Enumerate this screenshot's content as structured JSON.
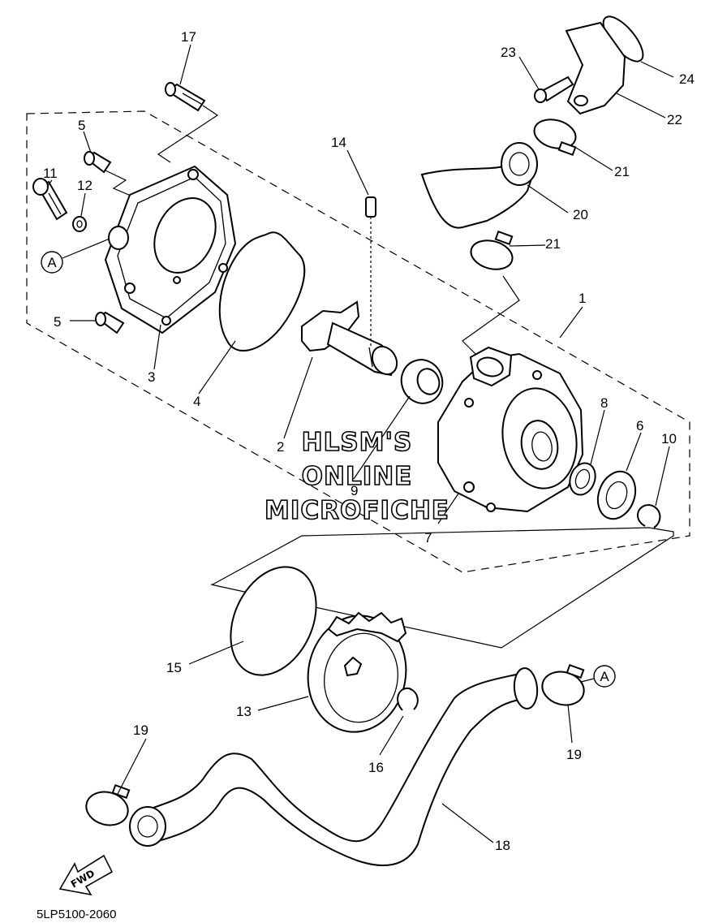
{
  "diagram_code": "5LP5100-2060",
  "watermark": {
    "line1": "HLSM'S",
    "line2": "ONLINE",
    "line3": "MICROFICHE"
  },
  "direction_label": "FWD",
  "reference_marker": "A",
  "callouts": {
    "c1": "1",
    "c2": "2",
    "c3": "3",
    "c4": "4",
    "c5a": "5",
    "c5b": "5",
    "c6": "6",
    "c7": "7",
    "c8": "8",
    "c9": "9",
    "c10": "10",
    "c11": "11",
    "c12": "12",
    "c13": "13",
    "c14": "14",
    "c15": "15",
    "c16": "16",
    "c17": "17",
    "c18": "18",
    "c19a": "19",
    "c19b": "19",
    "c20": "20",
    "c21a": "21",
    "c21b": "21",
    "c22": "22",
    "c23": "23",
    "c24": "24"
  }
}
